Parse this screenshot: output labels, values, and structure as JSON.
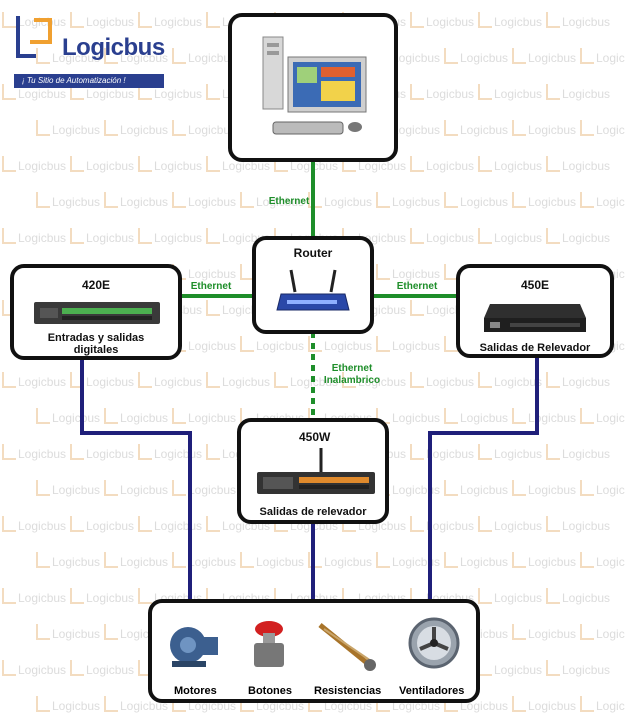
{
  "logo": {
    "name": "Logicbus",
    "tagline": "¡ Tu Sitio de Automatización !"
  },
  "watermark": {
    "text": "Logicbus"
  },
  "nodes": {
    "pc": {
      "label": ""
    },
    "router": {
      "label": "Router"
    },
    "dev420e": {
      "label": "420E",
      "caption": "Entradas y salidas digitales"
    },
    "dev450e": {
      "label": "450E",
      "caption": "Salidas de Relevador"
    },
    "dev450w": {
      "label": "450W",
      "caption": "Salidas de relevador"
    },
    "loads": {
      "items": [
        {
          "label": "Motores"
        },
        {
          "label": "Botones"
        },
        {
          "label": "Resistencias"
        },
        {
          "label": "Ventiladores"
        }
      ]
    }
  },
  "connections": {
    "pc_router": "Ethernet",
    "router_420e": "Ethernet",
    "router_450e": "Ethernet",
    "router_450w": "Ethernet Inalambrico"
  },
  "colors": {
    "ethernet": "#1e8e2a",
    "wired": "#1f1f7a",
    "border": "#111111",
    "brand": "#2a3f8f",
    "accent": "#f0a030"
  }
}
